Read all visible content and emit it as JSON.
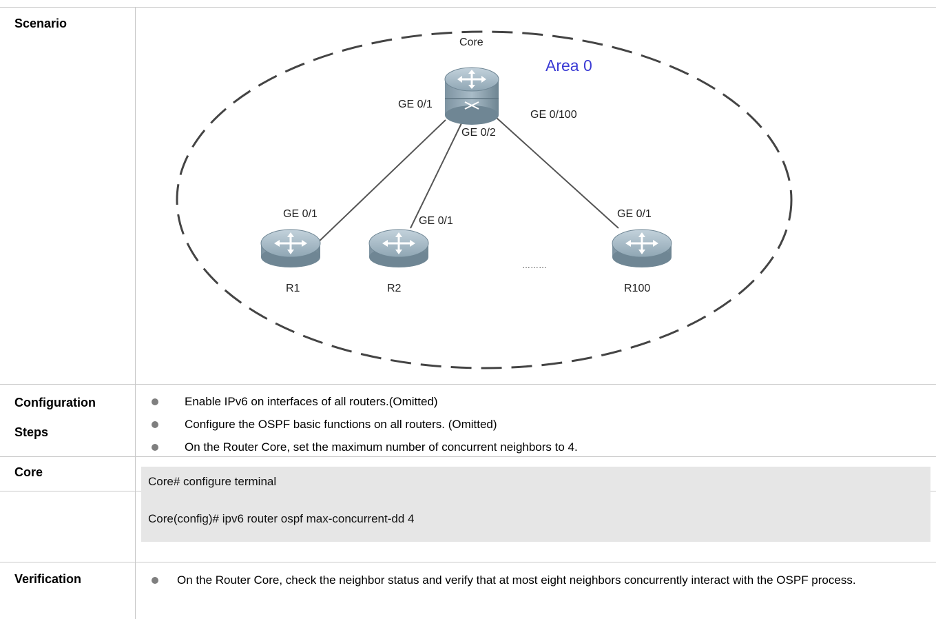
{
  "rows": {
    "scenario": {
      "label": "Scenario"
    },
    "config": {
      "label_line1": "Configuration",
      "label_line2": "Steps",
      "steps": [
        "Enable IPv6 on interfaces of all routers.(Omitted)",
        "Configure the OSPF basic functions on all routers. (Omitted)",
        "On the Router Core, set the maximum number of concurrent neighbors to 4."
      ]
    },
    "core": {
      "label": "Core",
      "code": [
        "Core# configure terminal",
        "Core(config)# ipv6 router ospf max-concurrent-dd 4"
      ]
    },
    "verification": {
      "label": "Verification",
      "text": "On the Router Core, check the neighbor status and verify that at most eight neighbors concurrently interact with the OSPF process."
    }
  },
  "diagram": {
    "area_label": "Area 0",
    "area_color": "#3a3ad4",
    "router_color": "#8fa6b4",
    "core_name": "Core",
    "core_ports": [
      "GE 0/1",
      "GE 0/2",
      "GE 0/100"
    ],
    "routers": [
      {
        "name": "R1",
        "port": "GE 0/1"
      },
      {
        "name": "R2",
        "port": "GE 0/1"
      },
      {
        "name": "R100",
        "port": "GE 0/1"
      }
    ],
    "ellipsis": "………"
  }
}
